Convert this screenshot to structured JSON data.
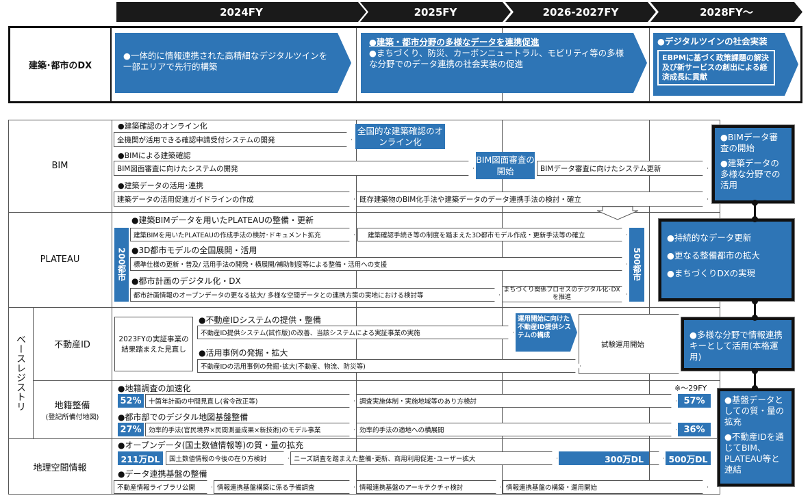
{
  "header": {
    "y2024": "2024FY",
    "y2025": "2025FY",
    "y2026": "2026-2027FY",
    "y2028": "2028FY～"
  },
  "dx": {
    "label": "建築･都市のDX",
    "b1": "●一体的に情報連携された高精細なデジタルツインを一部エリアで先行的構築",
    "b2a": "●建築・都市分野の多様なデータを連携促進",
    "b2b": "●まちづくり、防災、カーボンニュートラル、モビリティ等の多様な分野でのデータ連携の社会実装の促進",
    "b3": "●デジタルツインの社会実装",
    "b3sub": "EBPMに基づく政策課題の解決及び新サービスの創出による経済成長に貢献"
  },
  "cats": {
    "bim": "BIM",
    "plateau": "PLATEAU",
    "base": "ベースレジストリ",
    "fudosan": "不動産ID",
    "chiseki": "地籍整備",
    "chiseki_sub": "(登記所備付地図)",
    "chiri": "地理空間情報"
  },
  "bim": {
    "h1": "●建築確認のオンライン化",
    "a1": "全機関が活用できる確認申請受付システムの開発",
    "p1": "全国的な建築確認のオンライン化",
    "h2": "●BIMによる建築確認",
    "a2": "BIM図面審査に向けたシステムの開発",
    "p2": "BIM図面審査の開始",
    "a3": "BIMデータ審査に向けたシステム更新",
    "h3": "●建築データの活用･連携",
    "a4": "建築データの活用促進ガイドラインの作成",
    "a5": "既存建築物のBIM化手法や建築データのデータ連携手法の検討・確立"
  },
  "plateau": {
    "h1": "●建築BIMデータを用いたPLATEAUの整備・更新",
    "a1": "建築BIMを用いたPLATEAUの作成手法の検討･ドキュメント拡充",
    "a2": "建築確認手続き等の制度を踏まえた3D都市モデル作成・更新手法等の確立",
    "h2": "●3D都市モデルの全国展開・活用",
    "a3": "標準仕様の更新・普及/ 活用手法の開発・横展開/補助制度等による整備・活用への支援",
    "h3": "●都市計画のデジタル化・DX",
    "a4": "都市計画情報のオープンデータの更なる拡大/ 多様な空間データとの連携方策の実地における検討等",
    "a5": "まちづくり関係プロセスのデジタル化･DXを推進",
    "left": "200都市",
    "right": "500都市"
  },
  "fudosan": {
    "note": "2023FYの実証事業の結果踏まえた見直し",
    "h1": "●不動産IDシステムの提供・整備",
    "a1": "不動産ID提供システム(試作版)の改善、当該システムによる実証事業の実施",
    "p1": "運用開始に向けた不動産ID提供システムの構成",
    "a2": "試験運用開始",
    "h2": "●活用事例の発掘・拡大",
    "a3": "不動産IDの活用事例の発掘･拡大(不動産、物流、防災等)"
  },
  "chiseki": {
    "h1": "●地籍調査の加速化",
    "p1": "52%",
    "a1": "十箇年計画の中間見直し(省令改正等)",
    "a2": "調査実施体制・実施地域等のあり方検討",
    "p2": "57%",
    "note": "※～29FY",
    "h2": "●都市部でのデジタル地図基盤整備",
    "p3": "27%",
    "a3": "効率的手法(官民境界×民間測量成果×新技術)のモデル事業",
    "a4": "効率的手法の適地への横展開",
    "p4": "36%"
  },
  "chiri": {
    "h1": "●オープンデータ(国土数値情報等)の質・量の拡充",
    "p1": "211万DL",
    "a1": "国土数値情報の今後の在り方検討",
    "a2": "ニーズ調査を踏まえた整備･更新、商用利用促進･ユーザー拡大",
    "p2": "300万DL",
    "p3": "500万DL",
    "h2": "●データ連携基盤の整備",
    "a3": "不動産情報ライブラリ公開",
    "a4": "情報連携基盤構築に係る予備調査",
    "a5": "情報連携基盤のアーキテクチャ検討",
    "a6": "情報連携基盤の構築・運用開始"
  },
  "targets": {
    "t1a": "●BIMデータ審査の開始",
    "t1b": "●建築データの多様な分野での活用",
    "t2a": "●持続的なデータ更新",
    "t2b": "●更なる整備都市の拡大",
    "t2c": "●まちづくりDXの実現",
    "t3a": "●多様な分野で情報連携キーとして活用(本格運用)",
    "t4a": "●基盤データとしての質・量の拡充",
    "t4b": "●不動産IDを通じてBIM、PLATEAU等と連結"
  },
  "colors": {
    "accent": "#2e75b6",
    "dark": "#1a1a1a"
  }
}
